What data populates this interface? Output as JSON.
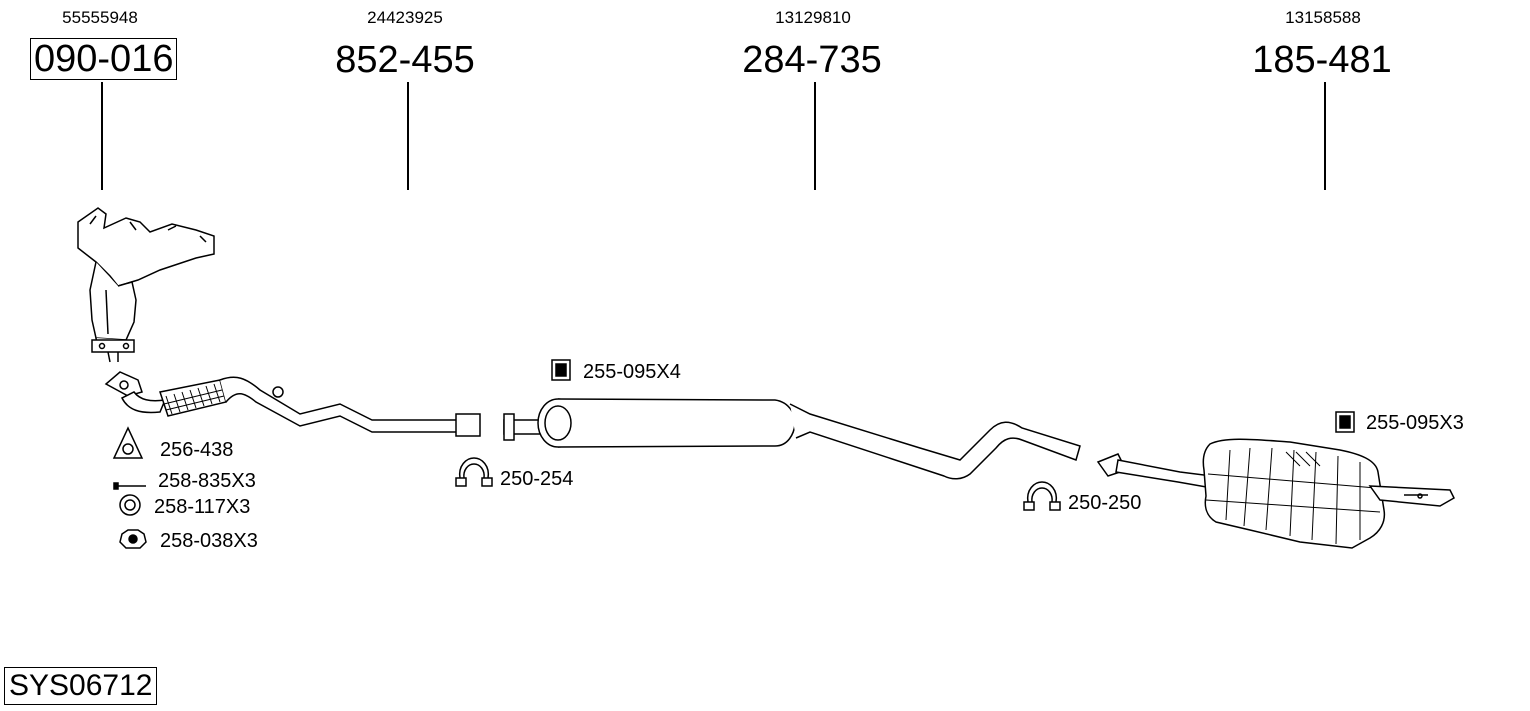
{
  "parts": [
    {
      "oe": "55555948",
      "number": "090-016",
      "boxed": true
    },
    {
      "oe": "24423925",
      "number": "852-455",
      "boxed": false
    },
    {
      "oe": "13129810",
      "number": "284-735",
      "boxed": false
    },
    {
      "oe": "13158588",
      "number": "185-481",
      "boxed": false
    }
  ],
  "accessories": [
    {
      "code": "256-438",
      "icon": "gasket-icon"
    },
    {
      "code": "258-835X3",
      "icon": "bolt-icon"
    },
    {
      "code": "258-117X3",
      "icon": "washer-icon"
    },
    {
      "code": "258-038X3",
      "icon": "nut-icon"
    },
    {
      "code": "250-254",
      "icon": "clamp-icon"
    },
    {
      "code": "255-095X4",
      "icon": "rubber-mount-icon"
    },
    {
      "code": "250-250",
      "icon": "clamp-icon"
    },
    {
      "code": "255-095X3",
      "icon": "rubber-mount-icon"
    }
  ],
  "system_code": "SYS06712"
}
